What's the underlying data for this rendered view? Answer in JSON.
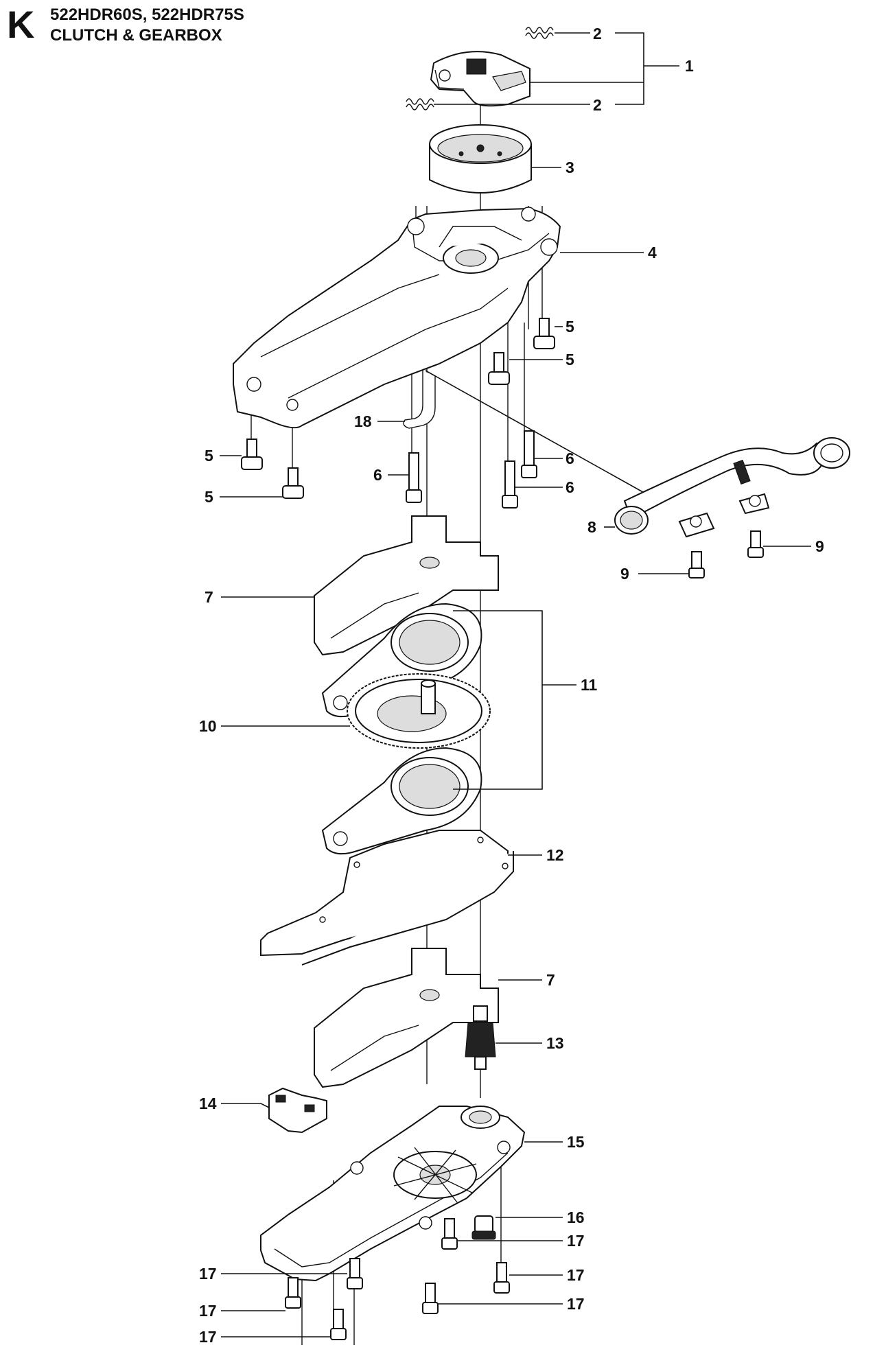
{
  "header": {
    "section_letter": "K",
    "models": "522HDR60S, 522HDR75S",
    "section_title": "CLUTCH & GEARBOX"
  },
  "callouts": {
    "c1": "1",
    "c2a": "2",
    "c2b": "2",
    "c3": "3",
    "c4": "4",
    "c5a": "5",
    "c5b": "5",
    "c5c": "5",
    "c5d": "5",
    "c6a": "6",
    "c6b": "6",
    "c6c": "6",
    "c7a": "7",
    "c7b": "7",
    "c8": "8",
    "c9a": "9",
    "c9b": "9",
    "c10": "10",
    "c11": "11",
    "c12": "12",
    "c13": "13",
    "c14": "14",
    "c15": "15",
    "c16": "16",
    "c17a": "17",
    "c17b": "17",
    "c17c": "17",
    "c17d": "17",
    "c17e": "17",
    "c17f": "17",
    "c18": "18"
  }
}
